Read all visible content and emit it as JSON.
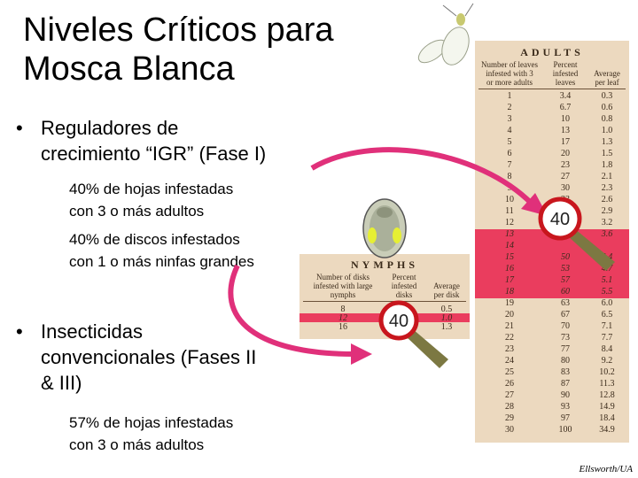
{
  "title_line1": "Niveles Críticos para",
  "title_line2": "Mosca Blanca",
  "bullet1": {
    "marker": "•",
    "line1": "Reguladores de",
    "line2": "crecimiento “IGR” (Fase I)",
    "sub1_line1": "40% de hojas infestadas",
    "sub1_line2": "con 3 o más adultos",
    "sub2_line1": "40% de discos infestados",
    "sub2_line2": "con 1 o más ninfas grandes"
  },
  "bullet2": {
    "marker": "•",
    "line1": "Insecticidas",
    "line2": "convencionales (Fases II",
    "line3": "& III)",
    "sub1_line1": "57% de hojas infestadas",
    "sub1_line2": "con 3 o más adultos"
  },
  "adults_table": {
    "title": "ADULTS",
    "col1": [
      "Number of leaves",
      "infested with 3",
      "or more adults"
    ],
    "col2": [
      "Percent",
      "infested",
      "leaves"
    ],
    "col3": [
      "Average",
      "per leaf"
    ],
    "highlight_rows": [
      12,
      13,
      14,
      15,
      16,
      17
    ],
    "rows": [
      [
        "1",
        "3.4",
        "0.3"
      ],
      [
        "2",
        "6.7",
        "0.6"
      ],
      [
        "3",
        "10",
        "0.8"
      ],
      [
        "4",
        "13",
        "1.0"
      ],
      [
        "5",
        "17",
        "1.3"
      ],
      [
        "6",
        "20",
        "1.5"
      ],
      [
        "7",
        "23",
        "1.8"
      ],
      [
        "8",
        "27",
        "2.1"
      ],
      [
        "9",
        "30",
        "2.3"
      ],
      [
        "10",
        "33",
        "2.6"
      ],
      [
        "11",
        "37",
        "2.9"
      ],
      [
        "12",
        "",
        "3.2"
      ],
      [
        "13",
        "",
        "3.6"
      ],
      [
        "14",
        "",
        ""
      ],
      [
        "15",
        "50",
        "4.4"
      ],
      [
        "16",
        "53",
        "4.7"
      ],
      [
        "17",
        "57",
        "5.1"
      ],
      [
        "18",
        "60",
        "5.5"
      ],
      [
        "19",
        "63",
        "6.0"
      ],
      [
        "20",
        "67",
        "6.5"
      ],
      [
        "21",
        "70",
        "7.1"
      ],
      [
        "22",
        "73",
        "7.7"
      ],
      [
        "23",
        "77",
        "8.4"
      ],
      [
        "24",
        "80",
        "9.2"
      ],
      [
        "25",
        "83",
        "10.2"
      ],
      [
        "26",
        "87",
        "11.3"
      ],
      [
        "27",
        "90",
        "12.8"
      ],
      [
        "28",
        "93",
        "14.9"
      ],
      [
        "29",
        "97",
        "18.4"
      ],
      [
        "30",
        "100",
        "34.9"
      ]
    ]
  },
  "nymphs_table": {
    "title": "NYMPHS",
    "col1": [
      "Number of disks",
      "infested with large",
      "nymphs"
    ],
    "col2": [
      "Percent",
      "infested",
      "disks"
    ],
    "col3": [
      "Average",
      "per disk"
    ],
    "rows": [
      [
        "8",
        "",
        "0.5"
      ],
      [
        "12",
        "",
        "1.0"
      ],
      [
        "16",
        "",
        "1.3"
      ]
    ],
    "highlight_rows": [
      1
    ]
  },
  "badge_adults": "40",
  "badge_nymphs": "40",
  "credit": "Ellsworth/UA",
  "colors": {
    "highlight": "#ea3d5e",
    "panel": "#ecd9bf",
    "arrow": "#e0307a",
    "badge_ring": "#c8161d"
  }
}
